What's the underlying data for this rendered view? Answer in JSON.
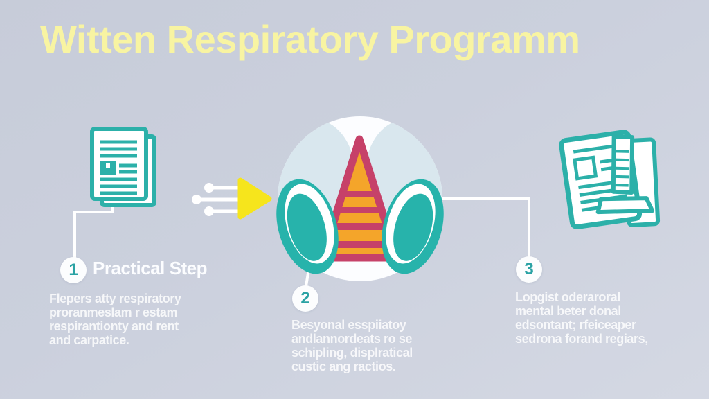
{
  "title": "Witten Respiratory Programm",
  "colors": {
    "background_top": "#c7ccd9",
    "background_bottom": "#d4d8e3",
    "title_yellow": "#f8f4a2",
    "teal_accent": "#2cb0a9",
    "arrow_yellow": "#f6e51c",
    "mask_orange": "#f4a52a",
    "mask_crimson": "#c64169",
    "mask_pale_blue": "#d9e7ee",
    "text_white": "#ffffff"
  },
  "icons": {
    "left": "document-pages-icon",
    "arrow": "flow-arrow-icon",
    "center": "respirator-mask-icon",
    "right": "certificate-document-icon"
  },
  "steps": [
    {
      "number": "1",
      "heading": "Practical Step",
      "lines": [
        "Flepers atty respiratory",
        "proranmeslam r estam",
        "respirantionty and rent",
        "and carpatice."
      ]
    },
    {
      "number": "2",
      "lines": [
        "Besyonal esspiiatoy",
        "andlannordeats ro se",
        "schipling, displratical",
        "custic ang ractios."
      ]
    },
    {
      "number": "3",
      "lines": [
        "Lopgist oderaroral",
        "mental beter donal",
        "edsontant; rfeiceaper",
        "sedrona forand regiars,"
      ]
    }
  ]
}
